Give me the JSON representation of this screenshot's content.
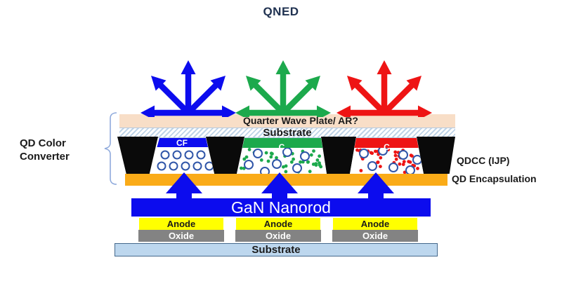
{
  "title": "QNED",
  "colors": {
    "blue": "#0C0CEE",
    "green": "#1CA94C",
    "red": "#EE1414",
    "pink_layer": "#F8DEC7",
    "hatch_stripe": "#BFD4E8",
    "orange": "#FAAB18",
    "anode_yellow": "#FFFF00",
    "oxide_gray": "#838383",
    "substrate_fill": "#BDD7EE",
    "substrate_border": "#44688C",
    "bank_black": "#0A0A0A",
    "circle_stroke": "#2F55A8",
    "brace": "#8FAADC",
    "title_color": "#1F3150",
    "text": "#1A1A1A"
  },
  "layers": {
    "quarter_wave": "Quarter Wave Plate/ AR?",
    "top_substrate": "Substrate",
    "gan": "GaN Nanorod",
    "bottom_substrate": "Substrate"
  },
  "side_labels": {
    "qd_color_converter_line1": "QD Color",
    "qd_color_converter_line2": "Converter",
    "qdcc": "QDCC (IJP)",
    "qd_encapsulation": "QD Encapsulation"
  },
  "electrodes": {
    "anodes": [
      "Anode",
      "Anode",
      "Anode"
    ],
    "oxides": [
      "Oxide",
      "Oxide",
      "Oxide"
    ]
  },
  "wells": [
    {
      "name": "blue-cf-well",
      "cap_label": "CF",
      "color": "#0C0CEE"
    },
    {
      "name": "green-qd-well",
      "cap_label": "C",
      "color": "#1CA94C"
    },
    {
      "name": "red-qd-well",
      "cap_label": "C",
      "color": "#EE1414"
    }
  ],
  "fans": [
    {
      "name": "blue-emission-fan",
      "color": "#0C0CEE"
    },
    {
      "name": "green-emission-fan",
      "color": "#1CA94C"
    },
    {
      "name": "red-emission-fan",
      "color": "#EE1414"
    }
  ]
}
